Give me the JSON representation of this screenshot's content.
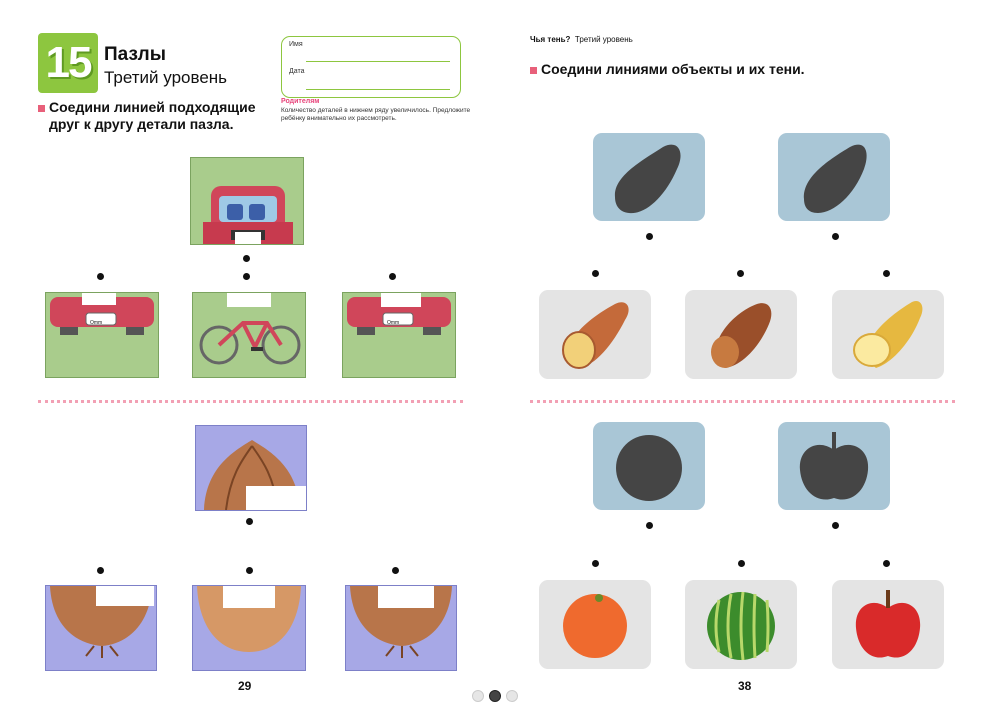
{
  "left_page": {
    "lesson_number": "15",
    "title": "Пазлы",
    "subtitle": "Третий уровень",
    "instruction_line1": "Соедини линией подходящие",
    "instruction_line2": "друг к другу детали пазла.",
    "name_label": "Имя",
    "date_label": "Дата",
    "parents_heading": "Родителям",
    "parents_text": "Количество деталей в нижнем ряду увеличилось. Предложите ребёнку внимательно их рассмотреть.",
    "page_number": "29",
    "plate_text": "Omm"
  },
  "right_page": {
    "header_bold": "Чья тень?",
    "header_level": "Третий уровень",
    "instruction": "Соедини линиями объекты и их тени.",
    "page_number": "38"
  },
  "colors": {
    "accent_green": "#8dc63f",
    "pink": "#e8607a",
    "puzzle_green": "#a9cc8c",
    "puzzle_blue": "#a7a8e6",
    "shadow_bg": "#a9c6d6",
    "object_bg": "#e4e4e4"
  },
  "pager": {
    "pages": 3,
    "active": 2
  }
}
